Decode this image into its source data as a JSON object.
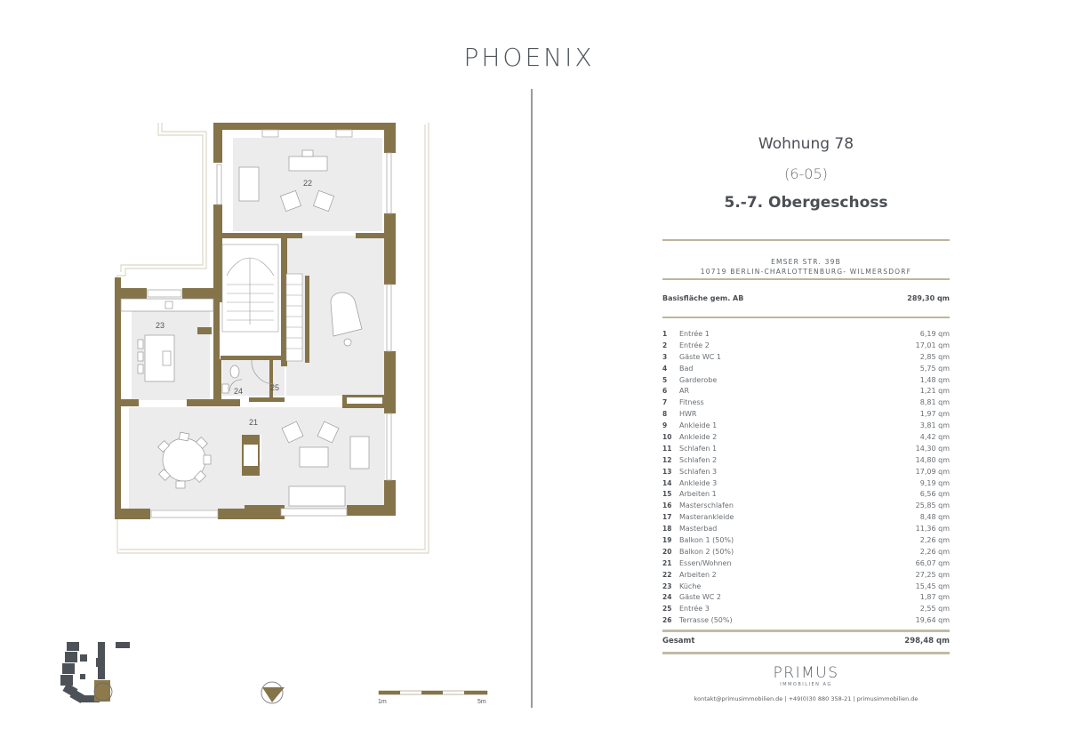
{
  "brand": {
    "logo": "PHOENIX"
  },
  "apartment": {
    "title": "Wohnung 78",
    "code": "(6-05)",
    "floor": "5.-7. Obergeschoss"
  },
  "address": {
    "line1": "EMSER STR. 39B",
    "line2": "10719 BERLIN-CHARLOTTENBURG- WILMERSDORF"
  },
  "basis": {
    "label": "Basisfläche gem. AB",
    "value": "289,30 qm"
  },
  "rooms": [
    {
      "n": "1",
      "name": "Entrée 1",
      "area": "6,19 qm"
    },
    {
      "n": "2",
      "name": "Entrée 2",
      "area": "17,01 qm"
    },
    {
      "n": "3",
      "name": "Gäste WC 1",
      "area": "2,85 qm"
    },
    {
      "n": "4",
      "name": "Bad",
      "area": "5,75 qm"
    },
    {
      "n": "5",
      "name": "Garderobe",
      "area": "1,48 qm"
    },
    {
      "n": "6",
      "name": "AR",
      "area": "1,21 qm"
    },
    {
      "n": "7",
      "name": "Fitness",
      "area": "8,81 qm"
    },
    {
      "n": "8",
      "name": "HWR",
      "area": "1,97 qm"
    },
    {
      "n": "9",
      "name": "Ankleide 1",
      "area": "3,81 qm"
    },
    {
      "n": "10",
      "name": "Ankleide 2",
      "area": "4,42 qm"
    },
    {
      "n": "11",
      "name": "Schlafen 1",
      "area": "14,30 qm"
    },
    {
      "n": "12",
      "name": "Schlafen 2",
      "area": "14,80 qm"
    },
    {
      "n": "13",
      "name": "Schlafen 3",
      "area": "17,09 qm"
    },
    {
      "n": "14",
      "name": "Ankleide 3",
      "area": "9,19 qm"
    },
    {
      "n": "15",
      "name": "Arbeiten 1",
      "area": "6,56 qm"
    },
    {
      "n": "16",
      "name": "Masterschlafen",
      "area": "25,85 qm"
    },
    {
      "n": "17",
      "name": "Masterankleide",
      "area": "8,48 qm"
    },
    {
      "n": "18",
      "name": "Masterbad",
      "area": "11,36 qm"
    },
    {
      "n": "19",
      "name": "Balkon 1 (50%)",
      "area": "2,26 qm"
    },
    {
      "n": "20",
      "name": "Balkon 2 (50%)",
      "area": "2,26 qm"
    },
    {
      "n": "21",
      "name": "Essen/Wohnen",
      "area": "66,07 qm"
    },
    {
      "n": "22",
      "name": "Arbeiten 2",
      "area": "27,25 qm"
    },
    {
      "n": "23",
      "name": "Küche",
      "area": "15,45 qm"
    },
    {
      "n": "24",
      "name": "Gäste WC 2",
      "area": "1,87 qm"
    },
    {
      "n": "25",
      "name": "Entrée 3",
      "area": "2,55 qm"
    },
    {
      "n": "26",
      "name": "Terrasse (50%)",
      "area": "19,64 qm"
    }
  ],
  "total": {
    "label": "Gesamt",
    "value": "298,48 qm"
  },
  "footer": {
    "company": "PRIMUS",
    "company_sub": "IMMOBILIEN AG",
    "contact": "kontakt@primusimmobilien.de | +49(0)30 880 358-21 | primusimmobilien.de"
  },
  "plan": {
    "room_labels": {
      "r21": "21",
      "r22": "22",
      "r23": "23",
      "r24": "24",
      "r25": "25"
    },
    "scale": {
      "start": "1m",
      "end": "5m"
    },
    "colors": {
      "wall": "#85744a",
      "floor": "#eeeeee",
      "highlight": "#8c7a4c",
      "building": "#4d5259"
    }
  }
}
